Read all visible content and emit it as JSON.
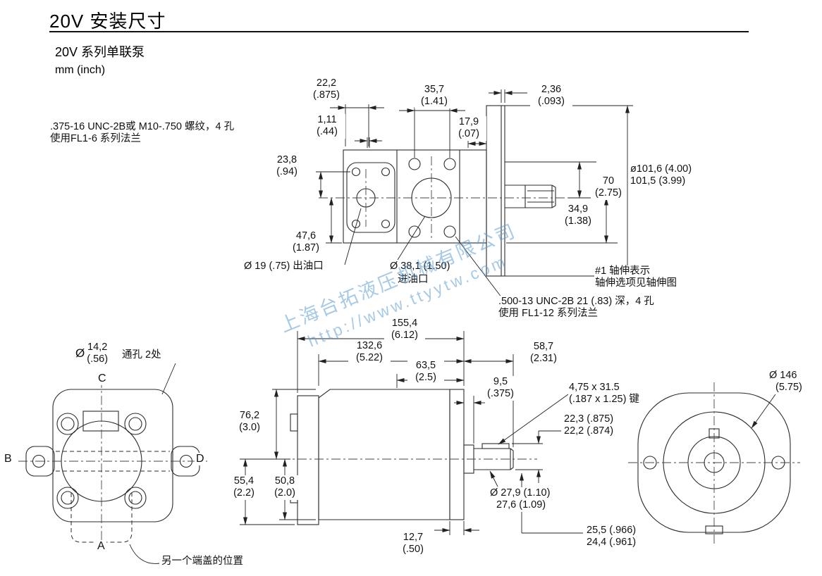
{
  "header": {
    "title": "20V 安装尺寸",
    "subtitle": "20V 系列单联泵",
    "units": "mm  (inch)"
  },
  "watermark": {
    "company": "上海台拓液压机械有限公司",
    "url": "http://www.ttyytw.com",
    "color": "#5f9fd0"
  },
  "front_view": {
    "dim_22_2": {
      "mm": "22,2",
      "in": "(.875)"
    },
    "dim_35_7": {
      "mm": "35,7",
      "in": "(1.41)"
    },
    "dim_2_36": {
      "mm": "2,36",
      "in": "(.093)"
    },
    "dim_1_11": {
      "mm": "1,11",
      "in": "(.44)"
    },
    "dim_17_9": {
      "mm": "17,9",
      "in": "(.07)"
    },
    "dim_23_8": {
      "mm": "23,8",
      "in": "(.94)"
    },
    "dim_70": {
      "mm": "70",
      "in": "(2.75)"
    },
    "dim_34_9": {
      "mm": "34,9",
      "in": "(1.38)"
    },
    "dim_pilot": {
      "line1": "ø101,6 (4.00)",
      "line2": "101,5 (3.99)"
    },
    "dim_47_6": {
      "mm": "47,6",
      "in": "(1.87)"
    },
    "note_thread_top": {
      "line1": ".375-16 UNC-2B或 M10-.750  螺纹，4 孔",
      "line2": "使用FL1-6 系列法兰"
    },
    "label_outlet": "Ø 19 (.75) 出油口",
    "label_inlet_dia": "Ø 38,1 (1.50)",
    "label_inlet": "进油口",
    "note_shaft": {
      "line1": "#1 轴伸表示",
      "line2": "轴伸选项见轴伸图"
    },
    "note_thread_bottom": {
      "line1": ".500-13 UNC-2B 21 (.83)  深，4 孔",
      "line2": "使用 FL1-12 系列法兰"
    }
  },
  "left_view": {
    "dim_hole": {
      "dia": "Ø",
      "mm": "14,2",
      "in": "(.56)"
    },
    "label_through_hole": "通孔 2处",
    "marker_top": "C",
    "marker_left": "B",
    "marker_right": "D",
    "marker_bottom": "A",
    "note_end_cover": "另一个端盖的位置"
  },
  "side_view": {
    "dim_155_4": {
      "mm": "155,4",
      "in": "(6.12)"
    },
    "dim_132_6": {
      "mm": "132,6",
      "in": "(5.22)"
    },
    "dim_63_5": {
      "mm": "63,5",
      "in": "(2.5)"
    },
    "dim_58_7": {
      "mm": "58,7",
      "in": "(2.31)"
    },
    "dim_9_5": {
      "mm": "9,5",
      "in": "(.375)"
    },
    "note_key": {
      "line1": "4,75 x 31.5",
      "line2": "(.187 x 1.25) 键"
    },
    "dim_22_3": {
      "line1": "22,3 (.875)",
      "line2": "22,2 (.874)"
    },
    "dim_76_2": {
      "mm": "76,2",
      "in": "(3.0)"
    },
    "dim_55_4": {
      "mm": "55,4",
      "in": "(2.2)"
    },
    "dim_50_8": {
      "mm": "50,8",
      "in": "(2.0)"
    },
    "dim_27_9": {
      "line1": "Ø 27,9 (1.10)",
      "line2": "27,6 (1.09)"
    },
    "dim_12_7": {
      "mm": "12,7",
      "in": "(.50)"
    },
    "dim_25_5": {
      "line1": "25,5 (.966)",
      "line2": "24,4 (.961)"
    }
  },
  "right_view": {
    "dim_146": {
      "line1": "Ø 146",
      "line2": "(5.75)"
    }
  }
}
